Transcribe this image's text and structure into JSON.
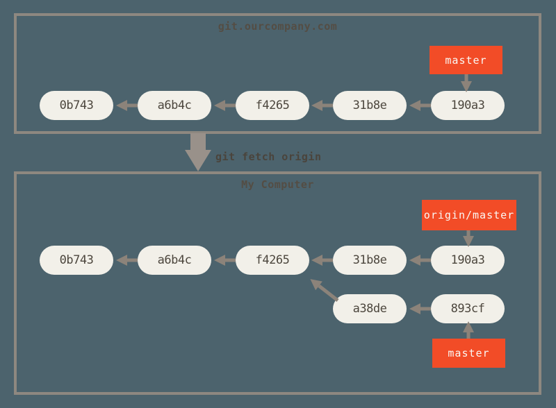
{
  "colors": {
    "background": "#4c636d",
    "panel_border": "#8e8880",
    "commit_fill": "#f2f0e9",
    "commit_text": "#4c463d",
    "branch_label_bg": "#f24c27",
    "branch_label_text": "#faf8f4",
    "arrow": "#8c837a",
    "fetch_arrow": "#99918a",
    "title_text": "#544d44"
  },
  "fetch": {
    "command": "git fetch origin"
  },
  "remote": {
    "title": "git.ourcompany.com",
    "branch_label": "master",
    "commits": [
      "0b743",
      "a6b4c",
      "f4265",
      "31b8e",
      "190a3"
    ]
  },
  "local": {
    "title": "My Computer",
    "remote_branch_label": "origin/master",
    "branch_label": "master",
    "commits_main": [
      "0b743",
      "a6b4c",
      "f4265",
      "31b8e",
      "190a3"
    ],
    "commits_branch": [
      "a38de",
      "893cf"
    ]
  }
}
